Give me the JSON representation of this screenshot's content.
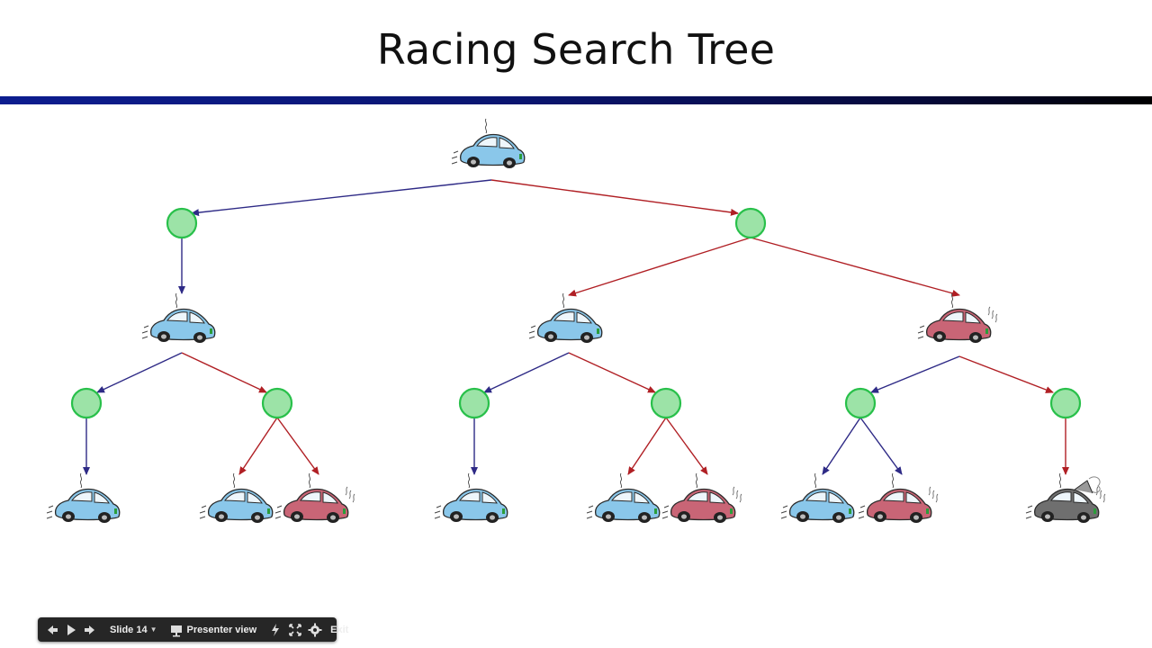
{
  "slide": {
    "title": "Racing Search Tree"
  },
  "tree": {
    "car_colors": {
      "cool": "#8ac7ea",
      "warm": "#c96576",
      "overheated": "#6f6f6f"
    },
    "arrow_colors": {
      "slow": "#2e2a86",
      "fast": "#b01f24"
    },
    "node_fill": "#9ce3a7",
    "node_stroke": "#28c04a"
  },
  "toolbar": {
    "slide_label": "Slide 14",
    "presenter_label": "Presenter view",
    "exit_label": "Exit",
    "icons": [
      "prev-icon",
      "play-icon",
      "next-icon",
      "presenter-icon",
      "laser-pointer-icon",
      "fullscreen-icon",
      "settings-gear-icon"
    ]
  }
}
